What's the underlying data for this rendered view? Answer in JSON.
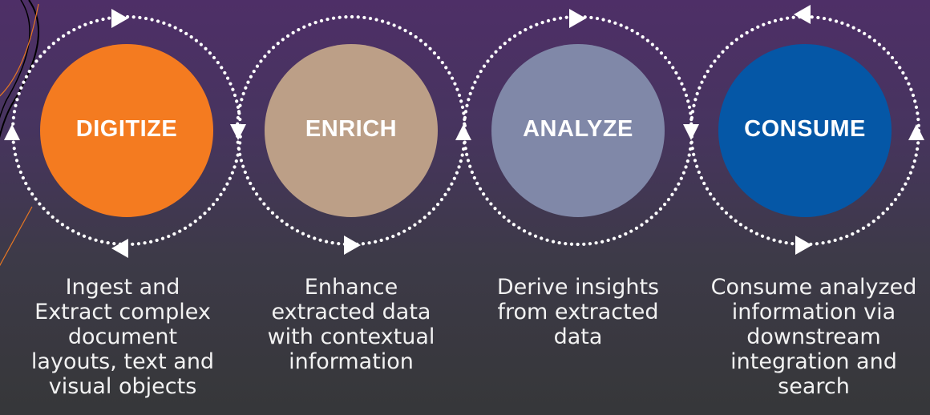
{
  "colors": {
    "background_top": "#4e2f67",
    "background_bottom": "#363739",
    "accent_line": "#e87722",
    "dots": "#ffffff"
  },
  "stages": [
    {
      "label": "DIGITIZE",
      "color": "#f47b20",
      "description": "Ingest and\nExtract complex\ndocument\nlayouts, text and\nvisual objects"
    },
    {
      "label": "ENRICH",
      "color": "#bc9f87",
      "description": "Enhance\nextracted data\nwith contextual\ninformation"
    },
    {
      "label": "ANALYZE",
      "color": "#8088a8",
      "description": "Derive insights\nfrom extracted\ndata"
    },
    {
      "label": "CONSUME",
      "color": "#0557a6",
      "description": "Consume analyzed\ninformation via\ndownstream\nintegration and\nsearch"
    }
  ]
}
